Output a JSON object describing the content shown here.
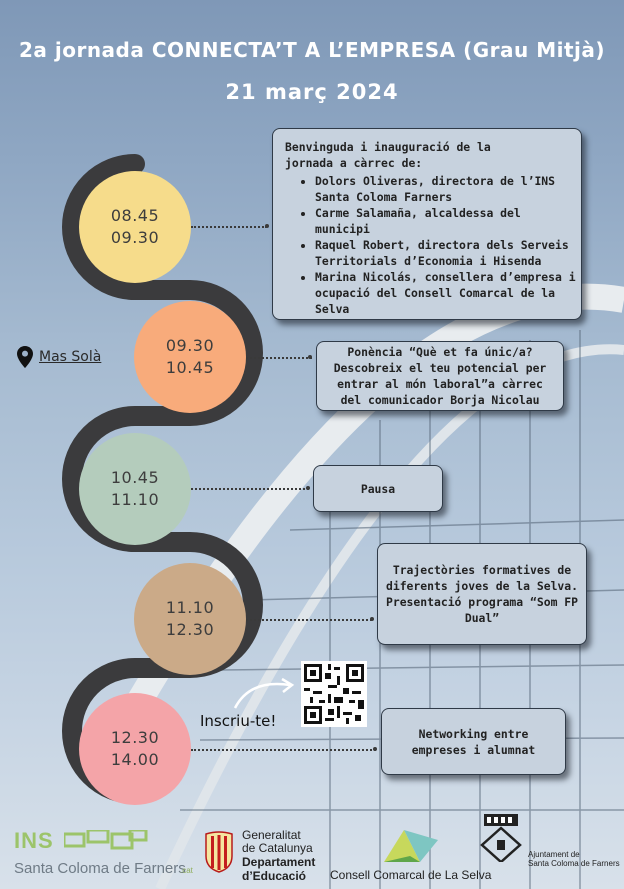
{
  "header": {
    "title": "2a jornada CONNECTA’T A L’EMPRESA (Grau Mitjà)",
    "date": "21 març 2024"
  },
  "location": {
    "label": "Mas Solà",
    "icon": "map-pin-icon"
  },
  "schedule": [
    {
      "start": "08.45",
      "end": "09.30",
      "color": "#f6dc8b",
      "intro": "Benvinguda i inauguració de la jornada a càrrec de:",
      "speakers": [
        "Dolors Oliveras, directora de l’INS Santa Coloma Farners",
        "Carme Salamaña, alcaldessa del municipi",
        "Raquel Robert, directora dels Serveis Territorials d’Economia i Hisenda",
        "Marina Nicolás, consellera d’empresa i ocupació del Consell Comarcal de la Selva"
      ]
    },
    {
      "start": "09.30",
      "end": "10.45",
      "color": "#f8ab7b",
      "text": "Ponència “Què et fa únic/a? Descobreix el teu potencial per entrar al món laboral”a càrrec del comunicador Borja Nicolau"
    },
    {
      "start": "10.45",
      "end": "11.10",
      "color": "#b4ccbc",
      "text": "Pausa"
    },
    {
      "start": "11.10",
      "end": "12.30",
      "color": "#cbaa88",
      "text": "Trajectòries formatives de diferents joves de la Selva. Presentació programa “Som FP Dual”"
    },
    {
      "start": "12.30",
      "end": "14.00",
      "color": "#f4a4a8",
      "text": "Networking entre empreses i alumnat"
    }
  ],
  "signup": {
    "label": "Inscriu-te!",
    "qr_icon": "qr-code-icon"
  },
  "footer": {
    "ins": {
      "mark": "INS",
      "name": "Santa Coloma de Farners",
      "suffix": ".cat"
    },
    "generalitat": {
      "line1": "Generalitat",
      "line2": "de Catalunya",
      "line3": "Departament",
      "line4": "d’Educació"
    },
    "consell": {
      "name": "Consell Comarcal de La Selva"
    },
    "ajuntament": {
      "line1": "Ajuntament de",
      "line2": "Santa Coloma de Farners"
    }
  }
}
